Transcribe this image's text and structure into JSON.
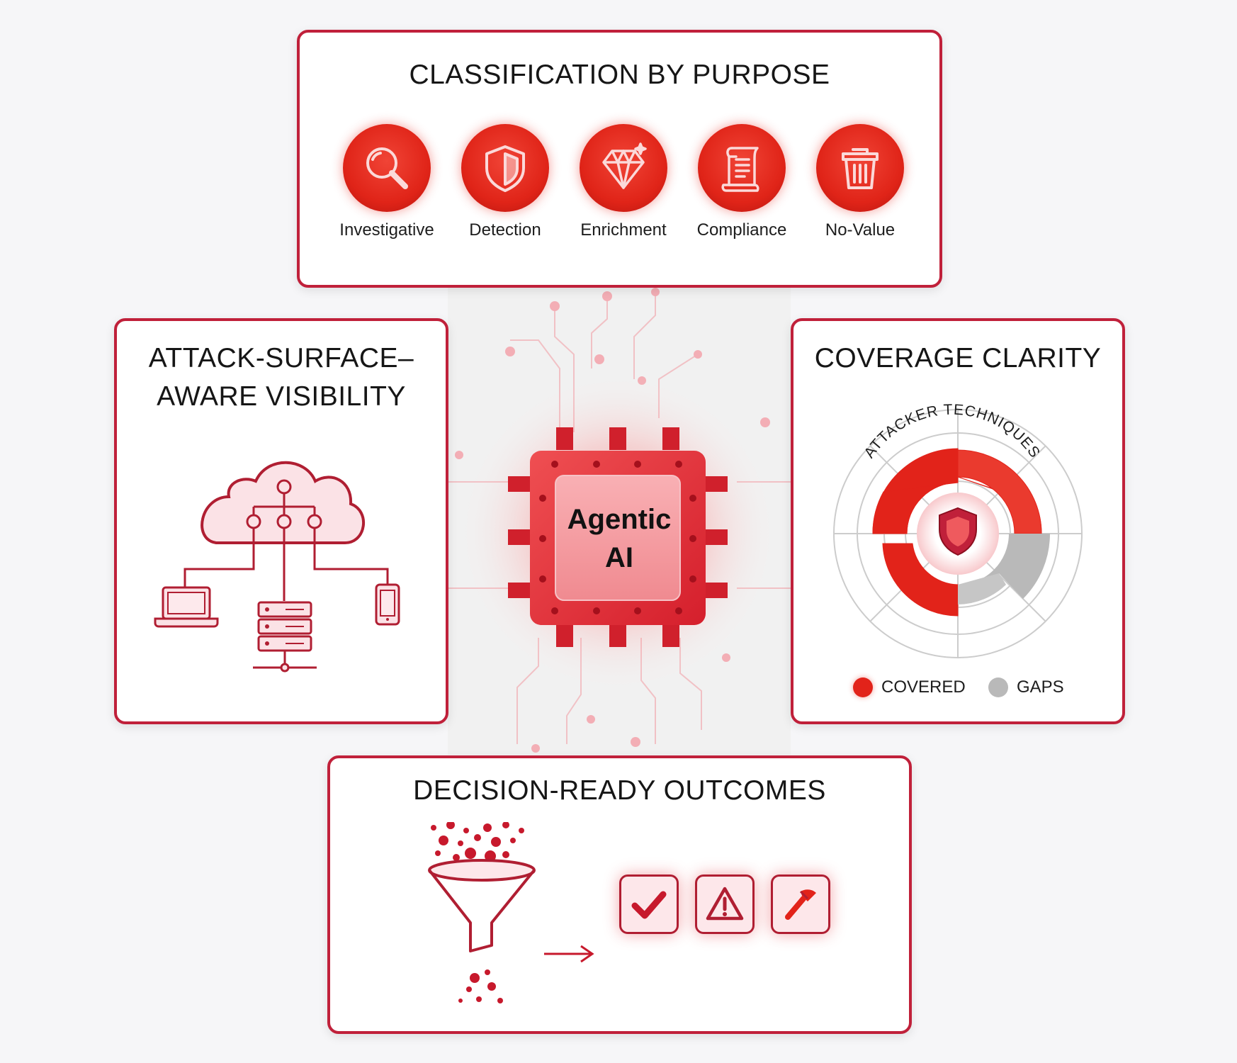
{
  "center": {
    "label_line1": "Agentic",
    "label_line2": "AI"
  },
  "classification": {
    "title": "CLASSIFICATION BY PURPOSE",
    "items": [
      {
        "label": "Investigative",
        "icon": "magnifier-icon"
      },
      {
        "label": "Detection",
        "icon": "shield-icon"
      },
      {
        "label": "Enrichment",
        "icon": "diamond-icon"
      },
      {
        "label": "Compliance",
        "icon": "document-scroll-icon"
      },
      {
        "label": "No-Value",
        "icon": "trash-icon"
      }
    ]
  },
  "visibility": {
    "title_line1": "ATTACK-SURFACE–",
    "title_line2": "AWARE VISIBILITY",
    "icons": [
      "cloud-icon",
      "laptop-icon",
      "server-icon",
      "phone-icon"
    ]
  },
  "coverage": {
    "title": "COVERAGE CLARITY",
    "ring_label": "ATTACKER TECHNIQUES",
    "legend": [
      {
        "label": "COVERED",
        "color": "#e2231a"
      },
      {
        "label": "GAPS",
        "color": "#b9b9b9"
      }
    ],
    "center_icon": "shield-icon"
  },
  "outcomes": {
    "title": "DECISION-READY OUTCOMES",
    "icons": [
      "funnel-icon",
      "arrow-right-icon",
      "checkmark-icon",
      "warning-icon",
      "hammer-icon"
    ]
  },
  "colors": {
    "accent": "#e2231a",
    "border": "#c0203a",
    "gap": "#b9b9b9"
  }
}
